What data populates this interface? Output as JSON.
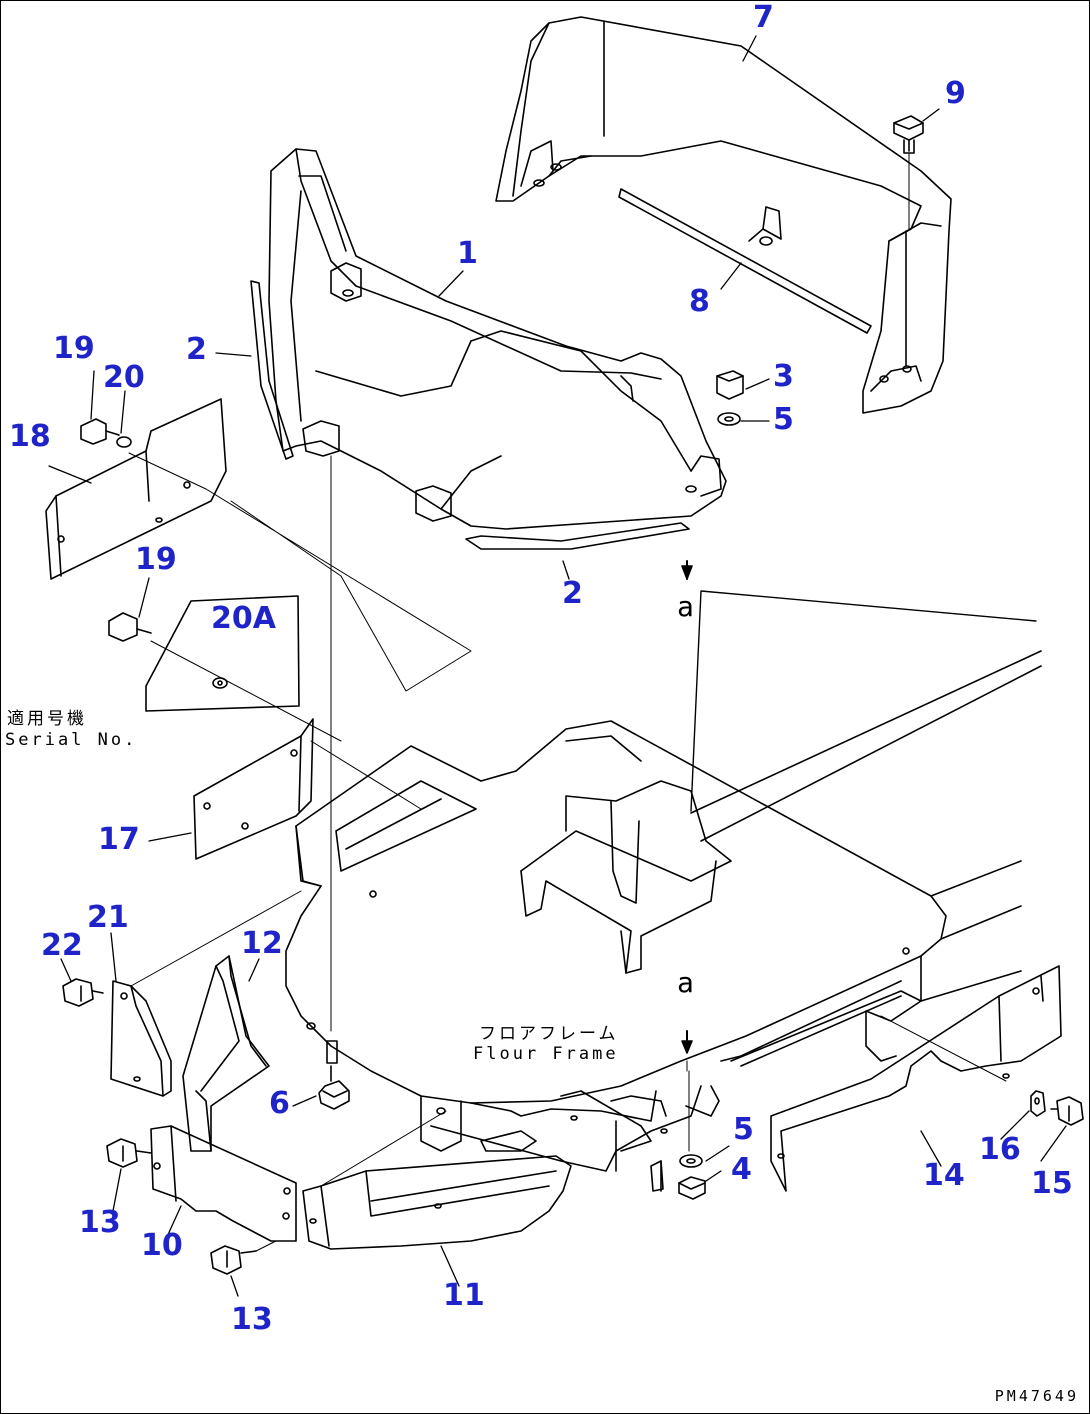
{
  "labels": {
    "p1": "1",
    "p2": "2",
    "p3": "3",
    "p4": "4",
    "p5": "5",
    "p6": "6",
    "p7": "7",
    "p8": "8",
    "p9": "9",
    "p10": "10",
    "p11": "11",
    "p12": "12",
    "p13": "13",
    "p14": "14",
    "p15": "15",
    "p16": "16",
    "p17": "17",
    "p18": "18",
    "p19": "19",
    "p20": "20",
    "p20a": "20A",
    "p21": "21",
    "p22": "22"
  },
  "refs": {
    "a": "a"
  },
  "notes": {
    "serial_jp": "適用号機",
    "serial_en": "Serial No.",
    "floor_jp": "フロアフレーム",
    "floor_en": "Flour Frame"
  },
  "drawing_number": "PM47649",
  "colors": {
    "label": "#1f24c9",
    "line": "#000000"
  }
}
